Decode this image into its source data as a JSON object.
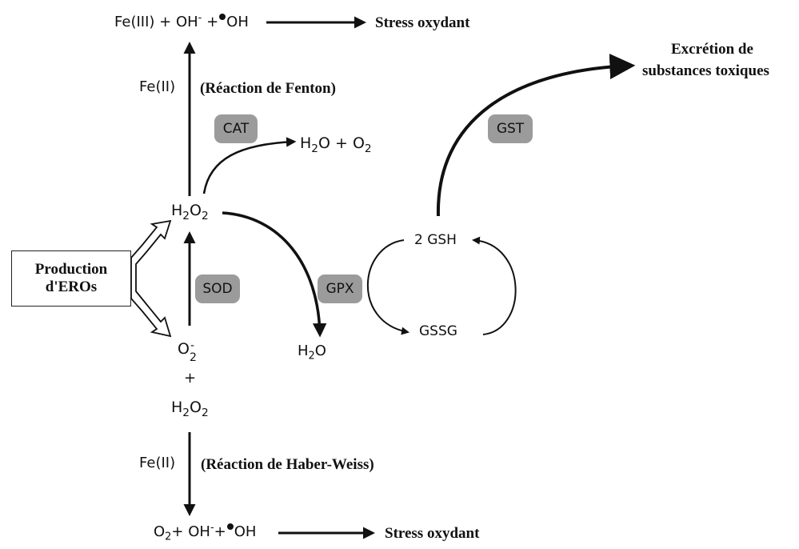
{
  "fenton": {
    "reactants": "Fe(III) + OH",
    "minus": "-",
    "plus": "+",
    "oh": "OH",
    "stress": "Stress oxydant",
    "catalyst": "Fe(II)",
    "reaction": "(Réaction de Fenton)"
  },
  "excretion": {
    "line1": "Excrétion de",
    "line2": "substances toxiques"
  },
  "enzymes": {
    "cat": "CAT",
    "gst": "GST",
    "sod": "SOD",
    "gpx": "GPX"
  },
  "cat_products": {
    "h": "H",
    "two_a": "2",
    "mid": "O + O",
    "two_b": "2"
  },
  "h2o2_top": {
    "h": "H",
    "two_a": "2",
    "o": "O",
    "two_b": "2"
  },
  "production": {
    "line1": "Production",
    "line2": "d'EROs"
  },
  "glutathione": {
    "gsh": "2 GSH",
    "gssg": "GSSG"
  },
  "water": {
    "h": "H",
    "two": "2",
    "o": "O"
  },
  "superoxide": {
    "o": "O",
    "sup": "-",
    "sub": "2"
  },
  "plus_sign": "+",
  "h2o2_bottom": {
    "h": "H",
    "two_a": "2",
    "o": "O",
    "two_b": "2"
  },
  "haber_weiss": {
    "catalyst": "Fe(II)",
    "reaction": "(Réaction de Haber-Weiss)",
    "o": "O",
    "two": "2",
    "mid": "+ OH",
    "minus": "-",
    "plus": "+",
    "oh": "OH",
    "stress": "Stress oxydant"
  }
}
